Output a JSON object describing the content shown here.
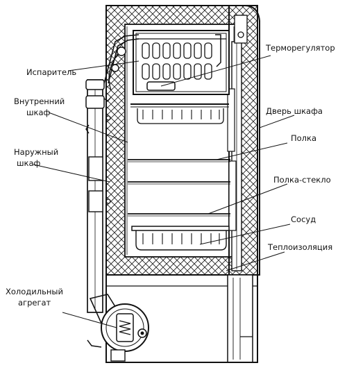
{
  "labels": {
    "evaporator": "Испаритель",
    "inner_cabinet_1": "Внутренний",
    "inner_cabinet_2": "шкаф",
    "outer_cabinet_1": "Наружный",
    "outer_cabinet_2": "шкаф",
    "cooling_unit_1": "Холодильный",
    "cooling_unit_2": "агрегат",
    "thermostat": "Терморегулятор",
    "cabinet_door": "Дверь шкафа",
    "shelf": "Полка",
    "glass_shelf": "Полка-стекло",
    "vessel": "Сосуд",
    "insulation": "Теплоизоляция"
  }
}
